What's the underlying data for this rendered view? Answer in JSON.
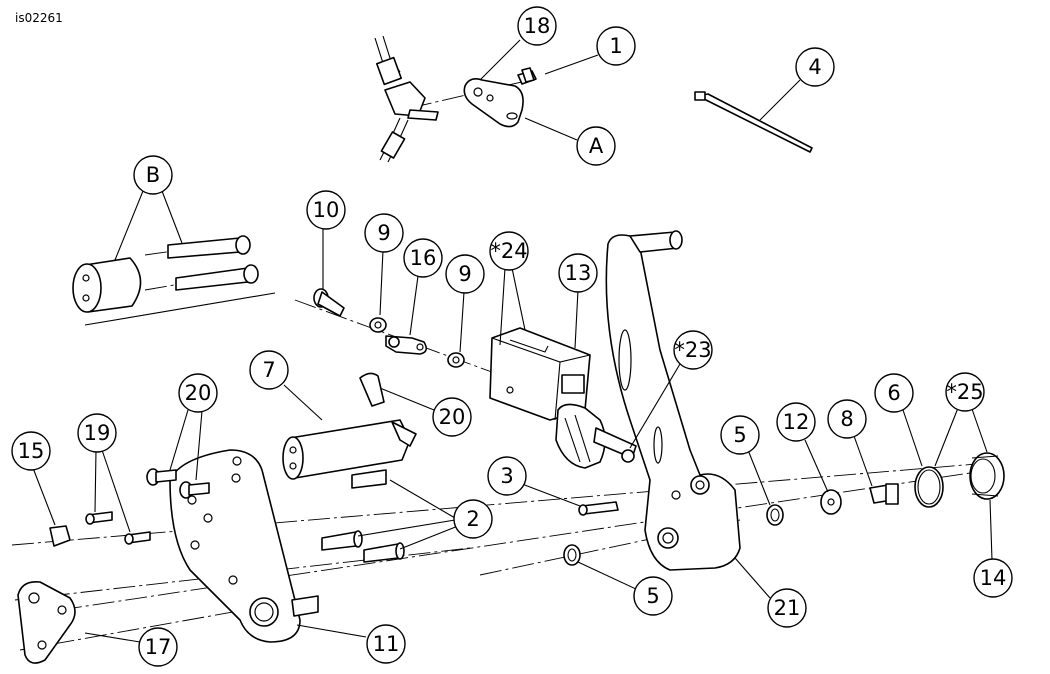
{
  "figure_id": "is02261",
  "callouts": [
    {
      "id": "c18",
      "label": "18"
    },
    {
      "id": "c1",
      "label": "1"
    },
    {
      "id": "c4",
      "label": "4"
    },
    {
      "id": "cA",
      "label": "A"
    },
    {
      "id": "cB",
      "label": "B"
    },
    {
      "id": "c10",
      "label": "10"
    },
    {
      "id": "c9a",
      "label": "9"
    },
    {
      "id": "c16",
      "label": "16"
    },
    {
      "id": "c9b",
      "label": "9"
    },
    {
      "id": "c24",
      "label": "*24"
    },
    {
      "id": "c13",
      "label": "13"
    },
    {
      "id": "c23",
      "label": "*23"
    },
    {
      "id": "c7",
      "label": "7"
    },
    {
      "id": "c20a",
      "label": "20"
    },
    {
      "id": "c20b",
      "label": "20"
    },
    {
      "id": "c15",
      "label": "15"
    },
    {
      "id": "c19",
      "label": "19"
    },
    {
      "id": "c2",
      "label": "2"
    },
    {
      "id": "c3",
      "label": "3"
    },
    {
      "id": "c5a",
      "label": "5"
    },
    {
      "id": "c12",
      "label": "12"
    },
    {
      "id": "c8",
      "label": "8"
    },
    {
      "id": "c6",
      "label": "6"
    },
    {
      "id": "c25",
      "label": "*25"
    },
    {
      "id": "c14",
      "label": "14"
    },
    {
      "id": "c5b",
      "label": "5"
    },
    {
      "id": "c21",
      "label": "21"
    },
    {
      "id": "c11",
      "label": "11"
    },
    {
      "id": "c17",
      "label": "17"
    }
  ]
}
